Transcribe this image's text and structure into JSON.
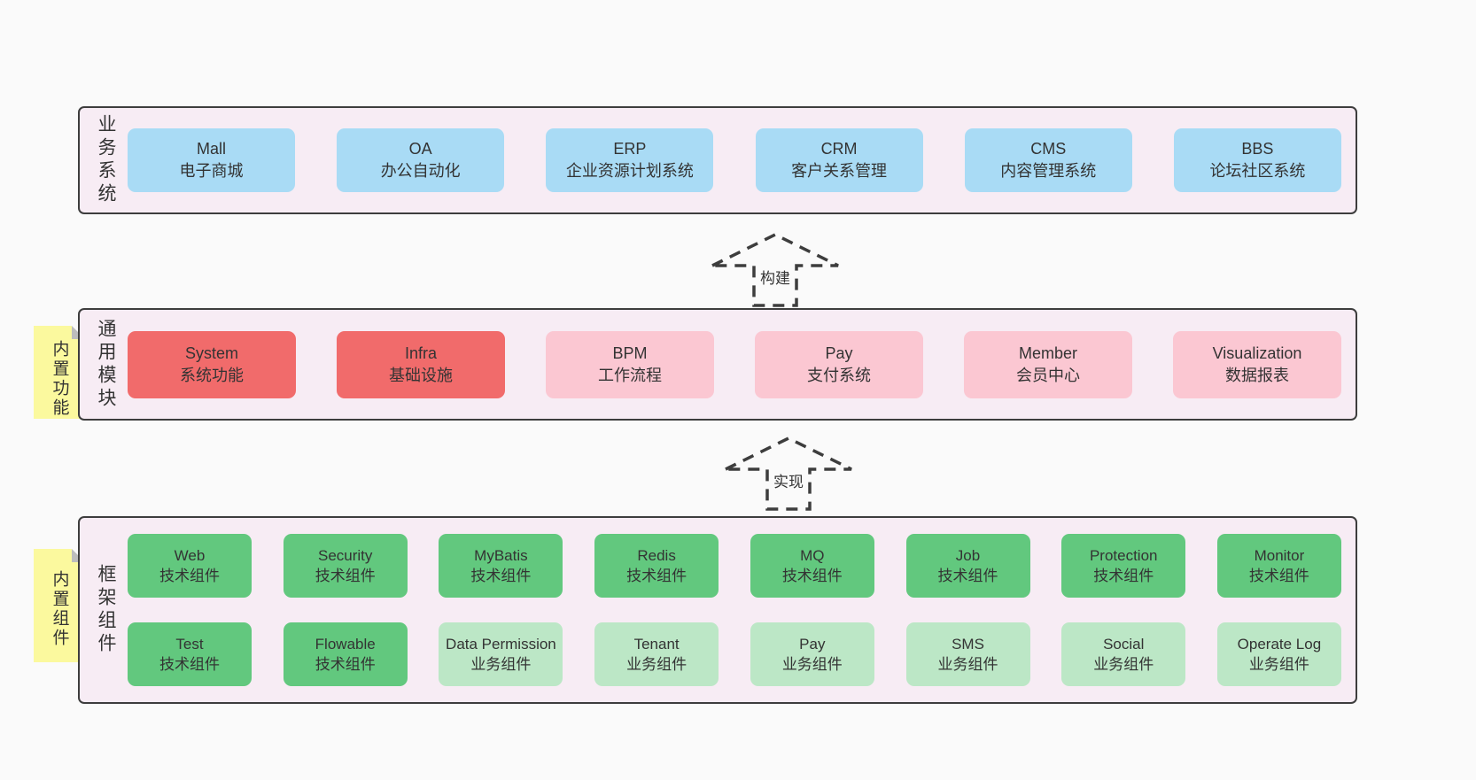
{
  "colors": {
    "pageBg": "#fafafa",
    "panel": "#f7ecf4",
    "border": "#3d3d3d",
    "text": "#333333",
    "blue": "#a9dbf5",
    "red": "#f16b6b",
    "pink": "#fbc7d2",
    "green": "#62c87e",
    "lightGreen": "#bce7c6",
    "sticky": "#fbf99e"
  },
  "panels": [
    {
      "id": "business-systems",
      "label": "业务系统",
      "item_rows": [
        [
          {
            "title": "Mall",
            "subtitle": "电子商城",
            "variant": "blue"
          },
          {
            "title": "OA",
            "subtitle": "办公自动化",
            "variant": "blue"
          },
          {
            "title": "ERP",
            "subtitle": "企业资源计划系统",
            "variant": "blue"
          },
          {
            "title": "CRM",
            "subtitle": "客户关系管理",
            "variant": "blue"
          },
          {
            "title": "CMS",
            "subtitle": "内容管理系统",
            "variant": "blue"
          },
          {
            "title": "BBS",
            "subtitle": "论坛社区系统",
            "variant": "blue"
          }
        ]
      ]
    },
    {
      "id": "common-modules",
      "label": "通用模块",
      "sticky": "内置功能",
      "item_rows": [
        [
          {
            "title": "System",
            "subtitle": "系统功能",
            "variant": "red"
          },
          {
            "title": "Infra",
            "subtitle": "基础设施",
            "variant": "red"
          },
          {
            "title": "BPM",
            "subtitle": "工作流程",
            "variant": "pink"
          },
          {
            "title": "Pay",
            "subtitle": "支付系统",
            "variant": "pink"
          },
          {
            "title": "Member",
            "subtitle": "会员中心",
            "variant": "pink"
          },
          {
            "title": "Visualization",
            "subtitle": "数据报表",
            "variant": "pink"
          }
        ]
      ]
    },
    {
      "id": "framework-components",
      "label": "框架组件",
      "sticky": "内置组件",
      "item_rows": [
        [
          {
            "title": "Web",
            "subtitle": "技术组件",
            "variant": "green"
          },
          {
            "title": "Security",
            "subtitle": "技术组件",
            "variant": "green"
          },
          {
            "title": "MyBatis",
            "subtitle": "技术组件",
            "variant": "green"
          },
          {
            "title": "Redis",
            "subtitle": "技术组件",
            "variant": "green"
          },
          {
            "title": "MQ",
            "subtitle": "技术组件",
            "variant": "green"
          },
          {
            "title": "Job",
            "subtitle": "技术组件",
            "variant": "green"
          },
          {
            "title": "Protection",
            "subtitle": "技术组件",
            "variant": "green"
          },
          {
            "title": "Monitor",
            "subtitle": "技术组件",
            "variant": "green"
          }
        ],
        [
          {
            "title": "Test",
            "subtitle": "技术组件",
            "variant": "green"
          },
          {
            "title": "Flowable",
            "subtitle": "技术组件",
            "variant": "green"
          },
          {
            "title": "Data Permission",
            "subtitle": "业务组件",
            "variant": "lightGreen"
          },
          {
            "title": "Tenant",
            "subtitle": "业务组件",
            "variant": "lightGreen"
          },
          {
            "title": "Pay",
            "subtitle": "业务组件",
            "variant": "lightGreen"
          },
          {
            "title": "SMS",
            "subtitle": "业务组件",
            "variant": "lightGreen"
          },
          {
            "title": "Social",
            "subtitle": "业务组件",
            "variant": "lightGreen"
          },
          {
            "title": "Operate Log",
            "subtitle": "业务组件",
            "variant": "lightGreen"
          }
        ]
      ]
    }
  ],
  "arrows": [
    {
      "label": "构建"
    },
    {
      "label": "实现"
    }
  ]
}
